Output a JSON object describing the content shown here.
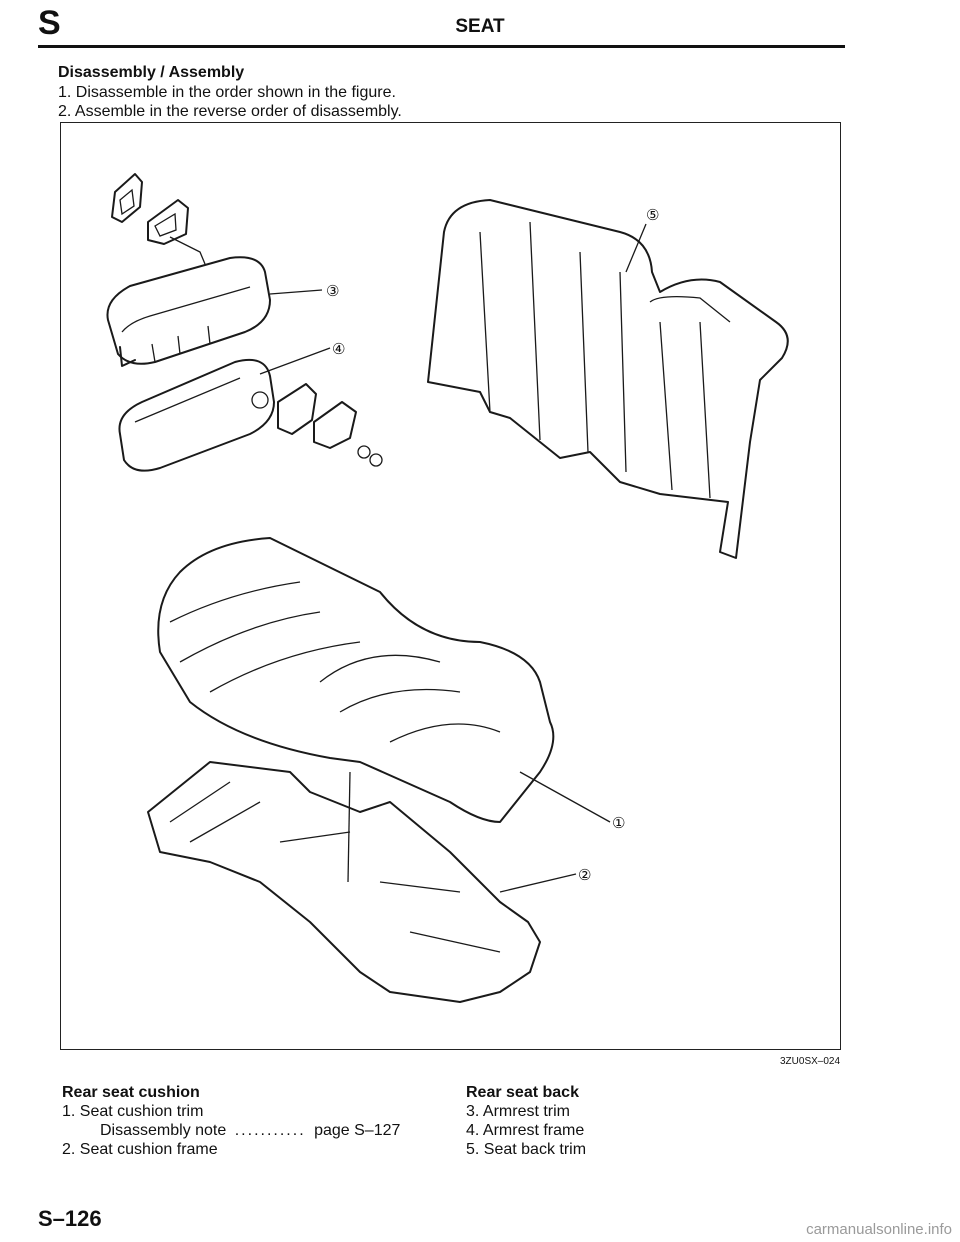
{
  "header": {
    "section_letter": "S",
    "title": "SEAT"
  },
  "intro": {
    "heading": "Disassembly / Assembly",
    "steps": [
      "1. Disassemble in the order shown in the figure.",
      "2. Assemble in the reverse order of disassembly."
    ]
  },
  "figure": {
    "code": "3ZU0SX–024",
    "callouts": [
      "①",
      "②",
      "③",
      "④",
      "⑤"
    ]
  },
  "legend": {
    "cushion": {
      "heading": "Rear seat cushion",
      "item1": "1. Seat cushion trim",
      "item1_note": "Disassembly note",
      "item1_leader": "...........",
      "item1_page": "page S–127",
      "item2": "2. Seat cushion frame"
    },
    "back": {
      "heading": "Rear seat back",
      "items": [
        "3. Armrest trim",
        "4. Armrest frame",
        "5. Seat back trim"
      ]
    }
  },
  "footer": {
    "page_number": "S–126"
  },
  "watermark": "carmanualsonline.info"
}
